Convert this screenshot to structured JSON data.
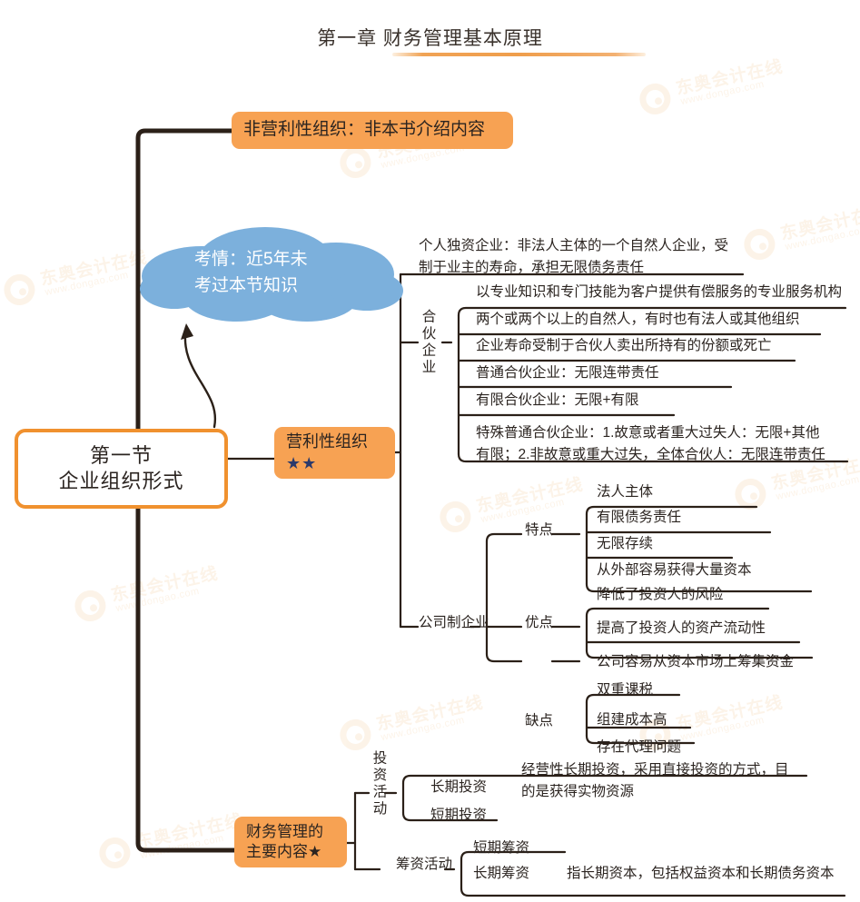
{
  "header": {
    "title": "第一章 财务管理基本原理",
    "accent": "#f0a355"
  },
  "colors": {
    "orange_node": "#f7a253",
    "root_border": "#f0912f",
    "cloud": "#7cb0dc",
    "line": "#2b2018",
    "star": "#2b3a6b",
    "watermark": "#e8912a"
  },
  "watermark": {
    "brand": "东奥会计在线",
    "url": "www.dongao.com"
  },
  "root": {
    "line1": "第一节",
    "line2": "企业组织形式"
  },
  "cloud": {
    "line1": "考情：近5年未",
    "line2": "考过本节知识"
  },
  "nodes": {
    "nonprofit": "非营利性组织：非本书介绍内容",
    "forprofit_label": "营利性组织",
    "forprofit_stars": "★★",
    "fm_content_line1": "财务管理的",
    "fm_content_line2": "主要内容★"
  },
  "forprofit": {
    "sole_proprietorship": "个人独资企业：非法人主体的一个自然人企业，受\n制于业主的寿命，承担无限债务责任",
    "partnership_label": "合伙企业",
    "partnership_items": [
      "以专业知识和专门技能为客户提供有偿服务的专业服务机构",
      "两个或两个以上的自然人，有时也有法人或其他组织",
      "企业寿命受制于合伙人卖出所持有的份额或死亡",
      "普通合伙企业：无限连带责任",
      "有限合伙企业：无限+有限",
      "特殊普通合伙企业：1.故意或者重大过失人：无限+其他\n有限；2.非故意或重大过失，全体合伙人：无限连带责任"
    ],
    "corporation_label": "公司制企业",
    "corporation_groups": [
      {
        "label": "特点",
        "items": [
          "法人主体",
          "有限债务责任",
          "无限存续",
          "从外部容易获得大量资本"
        ]
      },
      {
        "label": "优点",
        "items": [
          "降低了投资人的风险",
          "提高了投资人的资产流动性",
          "公司容易从资本市场上筹集资金"
        ]
      },
      {
        "label": "缺点",
        "items": [
          "双重课税",
          "组建成本高",
          "存在代理问题"
        ]
      }
    ]
  },
  "fm_content": {
    "investing_label": "投资活动",
    "investing_items": [
      {
        "label": "长期投资",
        "detail": "经营性长期投资，采用直接投资的方式，目\n的是获得实物资源"
      },
      {
        "label": "短期投资",
        "detail": ""
      }
    ],
    "financing_label": "筹资活动",
    "financing_items": [
      {
        "label": "短期筹资",
        "detail": ""
      },
      {
        "label": "长期筹资",
        "detail": "指长期资本，包括权益资本和长期债务资本"
      }
    ]
  }
}
